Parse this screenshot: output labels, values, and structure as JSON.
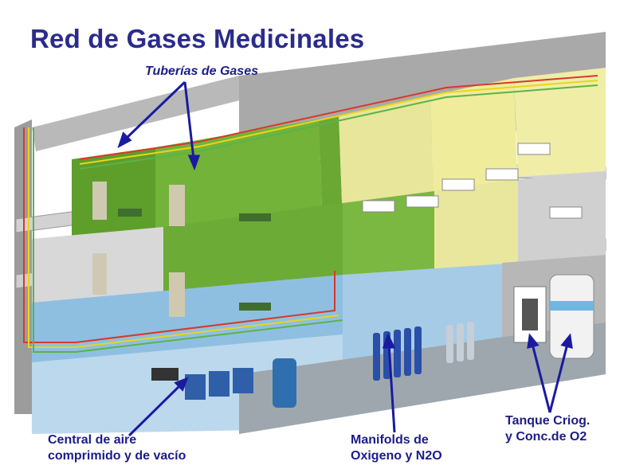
{
  "title": "Red de Gases Medicinales",
  "labels": {
    "pipes": "Tuberías de Gases",
    "air_vacuum": "Central de aire\ncomprimido y  de vacío",
    "manifolds": "Manifolds de\nOxigeno  y  N2O",
    "tank": "Tanque Criog.\ny Conc.de O2"
  },
  "colors": {
    "title": "#2b2b8c",
    "labels": "#1c1c8a",
    "arrows": "#1a1aa0",
    "wall_green": "#6fae2e",
    "wall_yellow": "#e9e68c",
    "basement_blue": "#8fbfe0",
    "floor_gray": "#c9c9c9",
    "pipe_red": "#d63a2a",
    "pipe_yellow": "#e8d61a",
    "pipe_green": "#5bb349"
  }
}
